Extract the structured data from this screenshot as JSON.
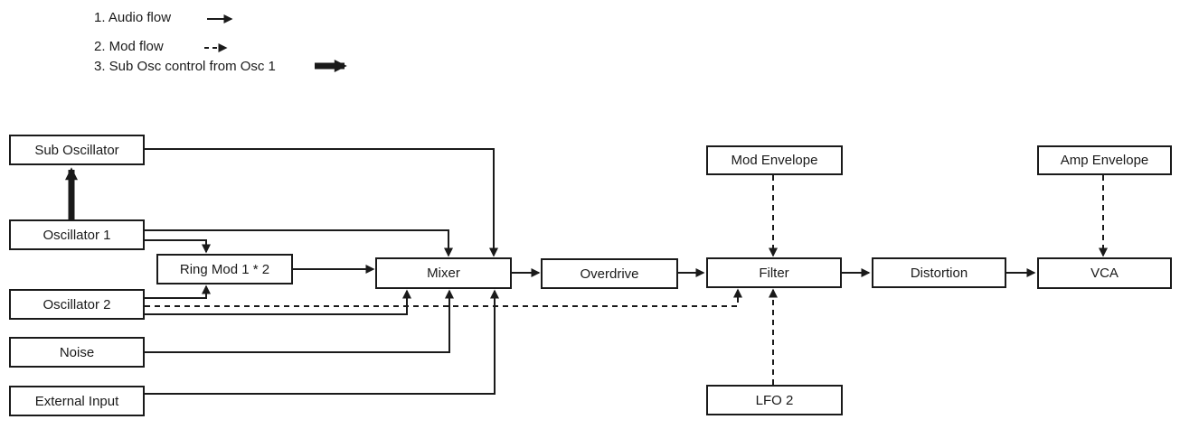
{
  "legend": {
    "items": [
      {
        "label": "1. Audio flow",
        "style": "solid-arrow"
      },
      {
        "label": "2. Mod flow",
        "style": "dashed-arrow"
      },
      {
        "label": "3. Sub Osc control from Osc 1",
        "style": "thick-arrow"
      }
    ]
  },
  "nodes": {
    "sub_oscillator": "Sub Oscillator",
    "oscillator_1": "Oscillator 1",
    "oscillator_2": "Oscillator 2",
    "noise": "Noise",
    "external_input": "External Input",
    "ring_mod": "Ring Mod 1 * 2",
    "mixer": "Mixer",
    "overdrive": "Overdrive",
    "filter": "Filter",
    "distortion": "Distortion",
    "vca": "VCA",
    "mod_envelope": "Mod Envelope",
    "amp_envelope": "Amp Envelope",
    "lfo_2": "LFO 2"
  },
  "connections": [
    {
      "from": "oscillator_1",
      "to": "sub_oscillator",
      "type": "sub_osc_control"
    },
    {
      "from": "sub_oscillator",
      "to": "mixer",
      "type": "audio"
    },
    {
      "from": "oscillator_1",
      "to": "mixer",
      "type": "audio"
    },
    {
      "from": "oscillator_1",
      "to": "ring_mod",
      "type": "audio"
    },
    {
      "from": "oscillator_2",
      "to": "ring_mod",
      "type": "audio"
    },
    {
      "from": "ring_mod",
      "to": "mixer",
      "type": "audio"
    },
    {
      "from": "oscillator_2",
      "to": "mixer",
      "type": "audio"
    },
    {
      "from": "noise",
      "to": "mixer",
      "type": "audio"
    },
    {
      "from": "external_input",
      "to": "mixer",
      "type": "audio"
    },
    {
      "from": "mixer",
      "to": "overdrive",
      "type": "audio"
    },
    {
      "from": "overdrive",
      "to": "filter",
      "type": "audio"
    },
    {
      "from": "filter",
      "to": "distortion",
      "type": "audio"
    },
    {
      "from": "distortion",
      "to": "vca",
      "type": "audio"
    },
    {
      "from": "oscillator_2",
      "to": "filter",
      "type": "mod"
    },
    {
      "from": "mod_envelope",
      "to": "filter",
      "type": "mod"
    },
    {
      "from": "lfo_2",
      "to": "filter",
      "type": "mod"
    },
    {
      "from": "amp_envelope",
      "to": "vca",
      "type": "mod"
    }
  ],
  "colors": {
    "line": "#1a1a1a",
    "background": "#ffffff"
  }
}
